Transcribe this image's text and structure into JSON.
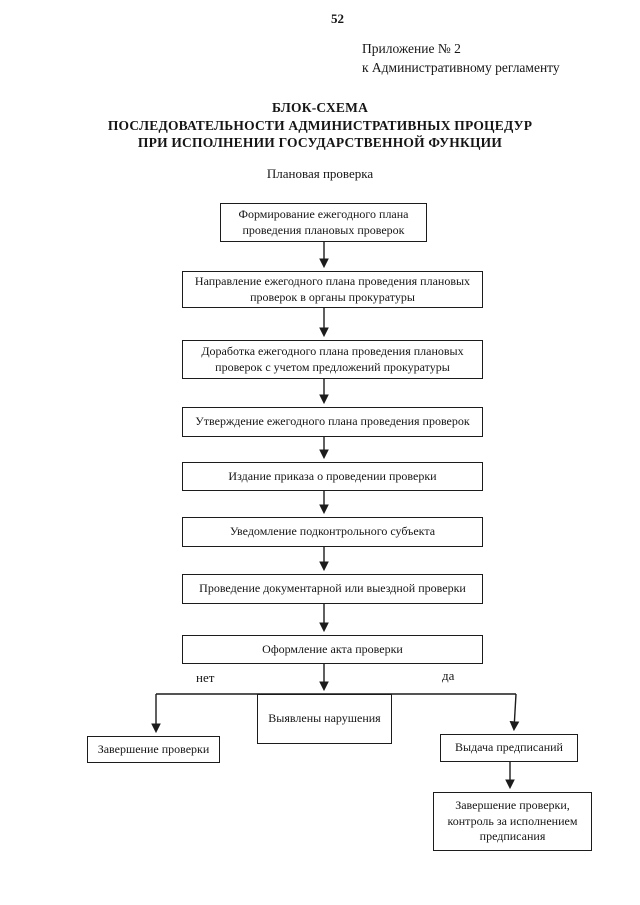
{
  "page": {
    "number": "52",
    "annex_line1": "Приложение № 2",
    "annex_line2": "к Административному регламенту",
    "title_line1": "БЛОК-СХЕМА",
    "title_line2": "ПОСЛЕДОВАТЕЛЬНОСТИ АДМИНИСТРАТИВНЫХ ПРОЦЕДУР",
    "title_line3": "ПРИ ИСПОЛНЕНИИ ГОСУДАРСТВЕННОЙ ФУНКЦИИ",
    "subtitle": "Плановая проверка"
  },
  "flowchart": {
    "steps": [
      "Формирование ежегодного плана проведения плановых проверок",
      "Направление ежегодного плана проведения плановых проверок в органы прокуратуры",
      "Доработка ежегодного плана проведения плановых проверок с учетом предложений прокуратуры",
      "Утверждение ежегодного плана проведения проверок",
      "Издание приказа о проведении проверки",
      "Уведомление подконтрольного субъекта",
      "Проведение документарной или выездной проверки",
      "Оформление акта проверки"
    ],
    "decision": "Выявлены нарушения",
    "label_no": "нет",
    "label_yes": "да",
    "outcome_no": "Завершение проверки",
    "outcome_yes": "Выдача предписаний",
    "final": "Завершение проверки, контроль за исполнением предписания"
  },
  "colors": {
    "ink": "#1c1c1c",
    "paper": "#ffffff"
  }
}
